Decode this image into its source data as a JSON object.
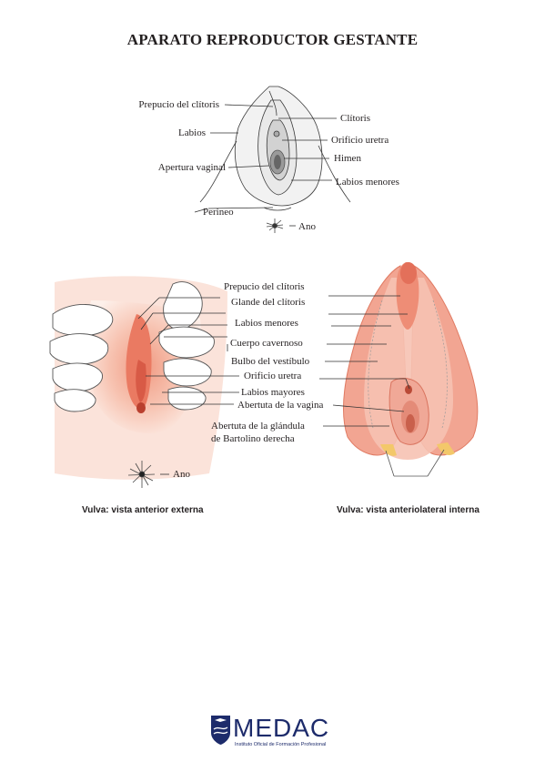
{
  "title": "APARATO REPRODUCTOR GESTANTE",
  "top_diagram": {
    "labels": {
      "prepucio": "Prepucio del clítoris",
      "labios": "Labios",
      "apertura": "Apertura vaginal",
      "perineo": "Perineo",
      "clitoris": "Clítoris",
      "orificio": "Orificio uretra",
      "himen": "Himen",
      "labios_menores": "Labios menores",
      "ano": "Ano"
    }
  },
  "bottom_diagram": {
    "labels": {
      "prepucio": "Prepucio del clítoris",
      "glande": "Glande del clítoris",
      "labios_menores": "Labios menores",
      "cuerpo": "Cuerpo cavernoso",
      "bulbo": "Bulbo del vestíbulo",
      "orificio": "Orificio uretra",
      "labios_mayores": "Labios mayores",
      "abertura_vagina": "Abertuta de la vagina",
      "bartolino_1": "Abertuta de la glándula",
      "bartolino_2": "de Bartolino derecha",
      "ano": "Ano"
    },
    "caption_left": "Vulva: vista anterior externa",
    "caption_right": "Vulva: vista anteriolateral interna"
  },
  "logo": {
    "name": "MEDAC",
    "tagline": "Instituto Oficial de Formación Profesional"
  },
  "colors": {
    "skin": "#f6b8a4",
    "flesh": "#ef8e76",
    "logo": "#1d2b6b"
  }
}
